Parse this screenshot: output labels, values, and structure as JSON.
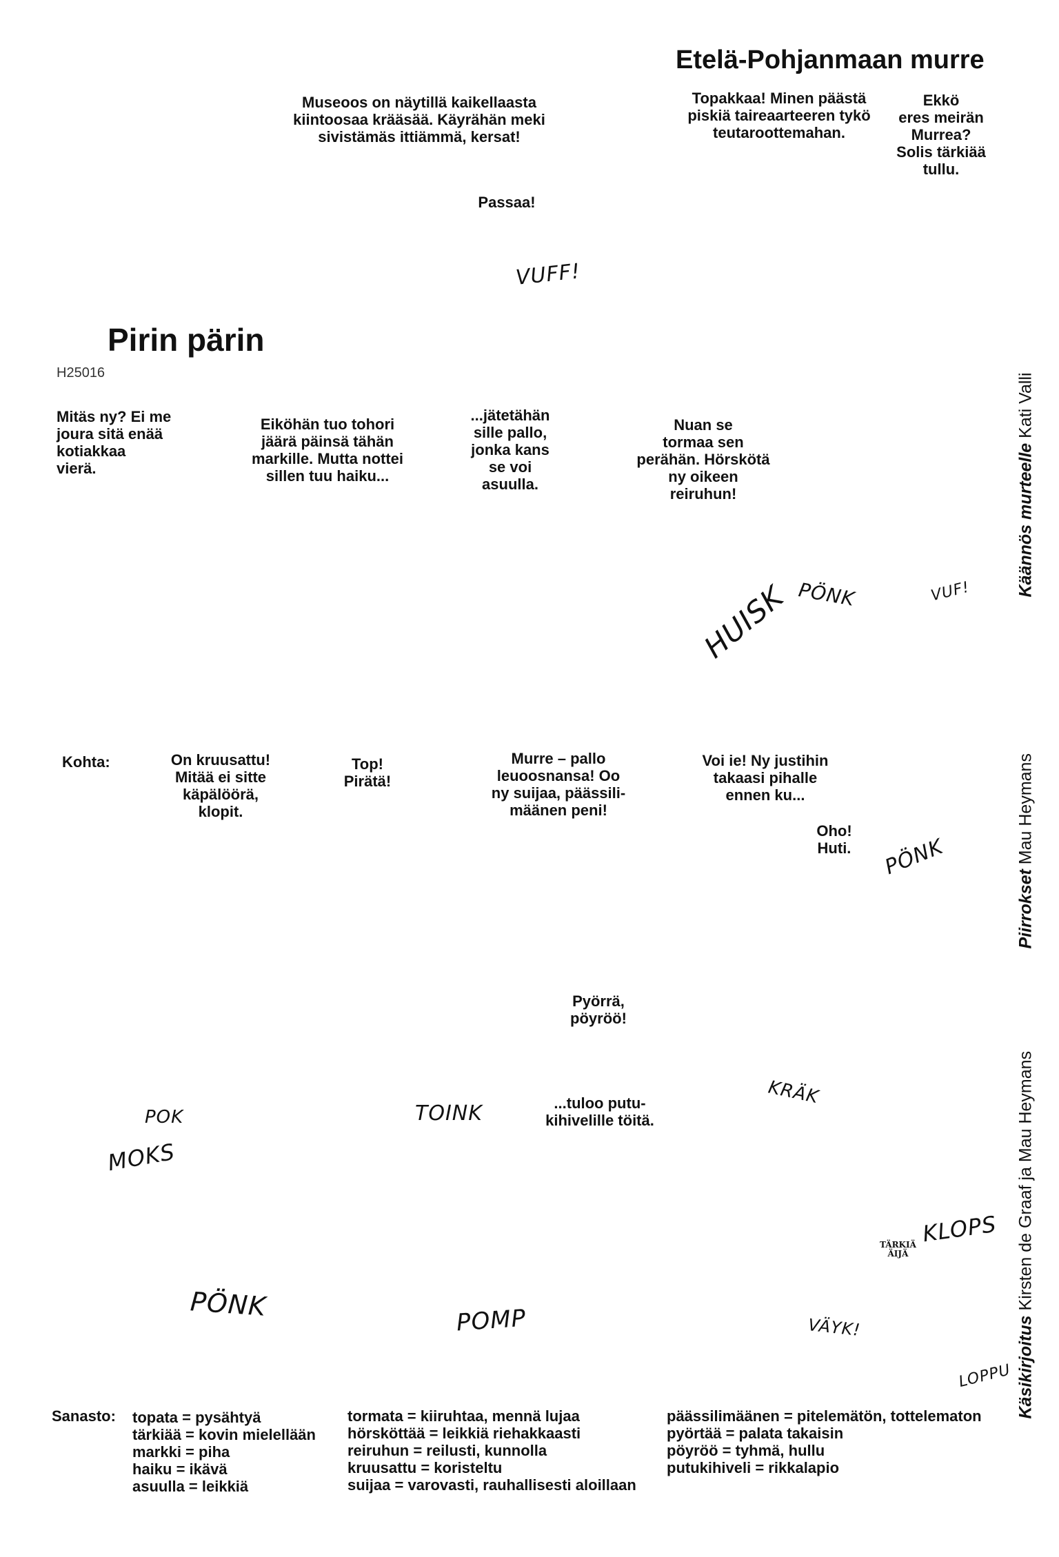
{
  "header": {
    "title": "Etelä-Pohjanmaan murre",
    "intro_left": "Topakkaa! Minen päästä\npiskiä taireaarteeren tykö\nteutaroottemahan.",
    "intro_right": "Ekkö\neres meirän\nMurrea?\nSolis tärkiää\ntullu."
  },
  "top_bubbles": {
    "museum": "Museoos on näytillä kaikellaasta\nkiintoosaa krääsää. Käyrähän meki\nsivistämäs ittiämmä, kersat!",
    "passaa": "Passaa!"
  },
  "story": {
    "title": "Pirin pärin",
    "code": "H25016"
  },
  "row1": {
    "b1": "Mitäs ny? Ei me\njoura sitä enää\nkotiakkaa\nvierä.",
    "b2": "Eiköhän tuo tohori\njäärä päinsä tähän\nmarkille. Mutta nottei\nsillen tuu haiku...",
    "b3": "...jätetähän\nsille pallo,\njonka kans\nse voi\nasuulla.",
    "b4": "Nuan se\ntormaa sen\nperähän. Hörskötä\nny oikeen\nreiruhun!"
  },
  "row2": {
    "label": "Kohta:",
    "b1": "On kruusattu!\nMitää ei sitte\nkäpälöörä,\nklopit.",
    "b2": "Top!\nPirätä!",
    "b3": "Murre – pallo\nleuoosnansa! Oo\nny suijaa, päässili-\nmäänen peni!",
    "b4": "Voi ie! Ny justihin\ntakaasi pihalle\nennen ku...",
    "b5": "Oho!\nHuti."
  },
  "row3": {
    "b1": "Pyörrä,\npöyröö!",
    "b2": "...tuloo putu-\nkihivelille töitä."
  },
  "sfx": {
    "vuff": "VUFF!",
    "huisk": "HUISK",
    "ponk1": "PÖNK",
    "vuf": "VUF!",
    "ponk2": "PÖNK",
    "pok": "POK",
    "moks": "MOKS",
    "toink": "TOINK",
    "krak": "KRÄK",
    "klops": "KLOPS",
    "ponk3": "PÖNK",
    "pomp": "POMP",
    "vayk": "VÄYK!",
    "loppu": "LOPPU"
  },
  "seal": {
    "line1": "TÄRKIÄ",
    "line2": "ÄIJÄ"
  },
  "credits": {
    "translation_role": "Käännös murteelle",
    "translation_name": "Kati Valli",
    "drawings_role": "Piirrokset",
    "drawings_name": "Mau Heymans",
    "script_role": "Käsikirjoitus",
    "script_name": "Kirsten de Graaf ja Mau Heymans"
  },
  "glossary": {
    "label": "Sanasto:",
    "col1": [
      "topata = pysähtyä",
      "tärkiää = kovin mielellään",
      "markki = piha",
      "haiku = ikävä",
      "asuulla = leikkiä"
    ],
    "col2": [
      "tormata = kiiruhtaa, mennä lujaa",
      "hörsköttää = leikkiä riehakkaasti",
      "reiruhun = reilusti, kunnolla",
      "kruusattu = koristeltu",
      "suijaa = varovasti, rauhallisesti aloillaan"
    ],
    "col3": [
      "päässilimäänen = pitelemätön, tottelematon",
      "pyörtää = palata takaisin",
      "pöyröö = tyhmä, hullu",
      "putukihiveli = rikkalapio"
    ]
  }
}
